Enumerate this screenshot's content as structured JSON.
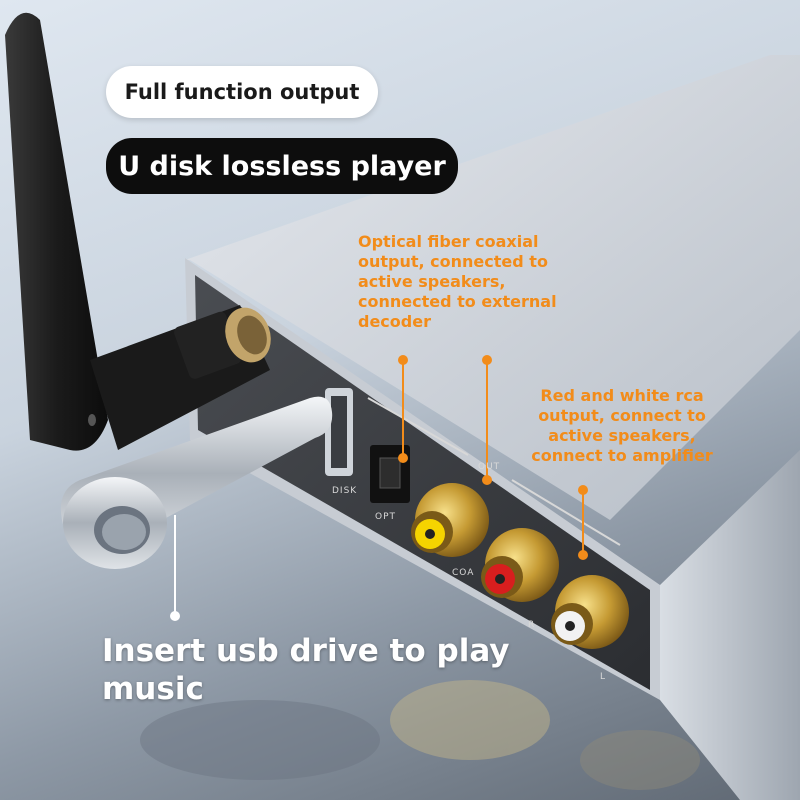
{
  "labels": {
    "full_function": "Full function output",
    "lossless_player": "U disk lossless player",
    "optical_callout": "Optical fiber coaxial output, connected to active speakers, connected to external decoder",
    "rca_callout": "Red and white rca output, connect to active speakers, connect to amplifier",
    "usb_caption": "Insert usb drive to play music"
  },
  "port_labels": {
    "disk": "DISK",
    "opt": "OPT",
    "coa": "COA",
    "out": "OUT",
    "r": "R",
    "l": "L"
  },
  "colors": {
    "callout": "#f28c1a",
    "dark_pill": "#0d0d0d",
    "light_pill": "#ffffff",
    "rca_yellow": "#f5d400",
    "rca_red": "#d81e1e",
    "rca_white": "#f2f2f2"
  }
}
